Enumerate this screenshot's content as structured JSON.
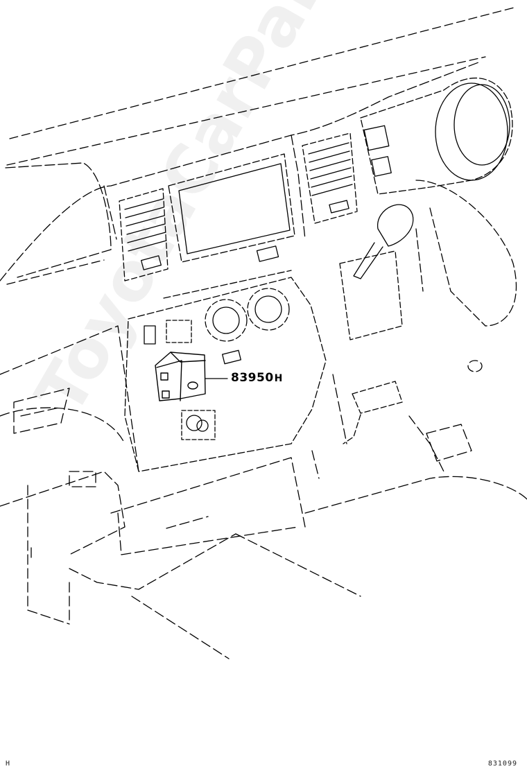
{
  "diagram": {
    "part_callout": {
      "number": "83950",
      "suffix": "H"
    },
    "corner_left_code": "H",
    "corner_right_code": "831099",
    "watermark": "ToyotaCarPartMart",
    "line_color": "#000000",
    "background": "#ffffff"
  }
}
